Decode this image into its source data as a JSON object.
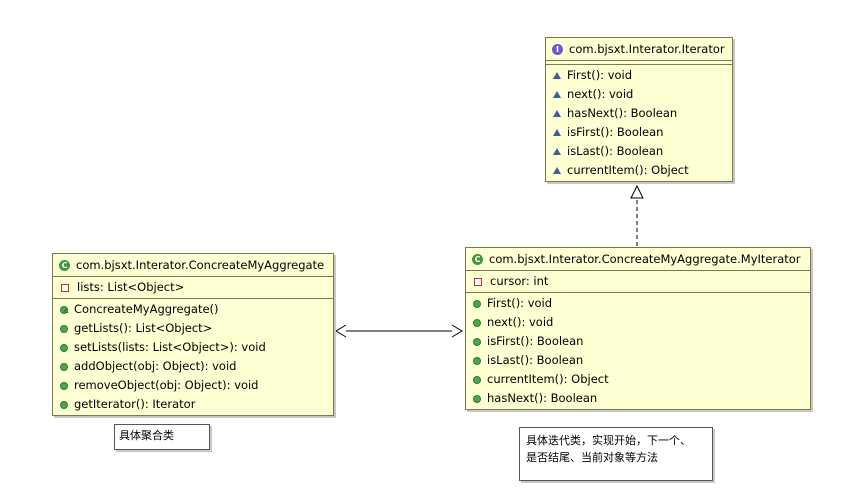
{
  "interface_iterator": {
    "name": "com.bjsxt.Interator.Iterator",
    "methods": [
      "First(): void",
      "next(): void",
      "hasNext(): Boolean",
      "isFirst(): Boolean",
      "isLast(): Boolean",
      "currentItem(): Object"
    ]
  },
  "class_aggregate": {
    "name": "com.bjsxt.Interator.ConcreateMyAggregate",
    "attributes": [
      "lists: List<Object>"
    ],
    "methods": [
      "ConcreateMyAggregate()",
      "getLists(): List<Object>",
      "setLists(lists: List<Object>): void",
      "addObject(obj: Object): void",
      "removeObject(obj: Object): void",
      "getIterator(): Iterator"
    ]
  },
  "class_myiterator": {
    "name": "com.bjsxt.Interator.ConcreateMyAggregate.MyIterator",
    "attributes": [
      "cursor: int"
    ],
    "methods": [
      "First(): void",
      "next(): void",
      "isFirst(): Boolean",
      "isLast(): Boolean",
      "currentItem(): Object",
      "hasNext(): Boolean"
    ]
  },
  "notes": {
    "aggregate_note": "具体聚合类",
    "iterator_note_line1": "具体迭代类，实现开始，下一个、",
    "iterator_note_line2": "是否结尾、当前对象等方法"
  },
  "colors": {
    "box_fill": "#ffffd4",
    "box_border": "#7a7a4a",
    "public_green": "#4aa84a",
    "private_red": "#c03030",
    "abstract_blue": "#3a5f9a"
  }
}
